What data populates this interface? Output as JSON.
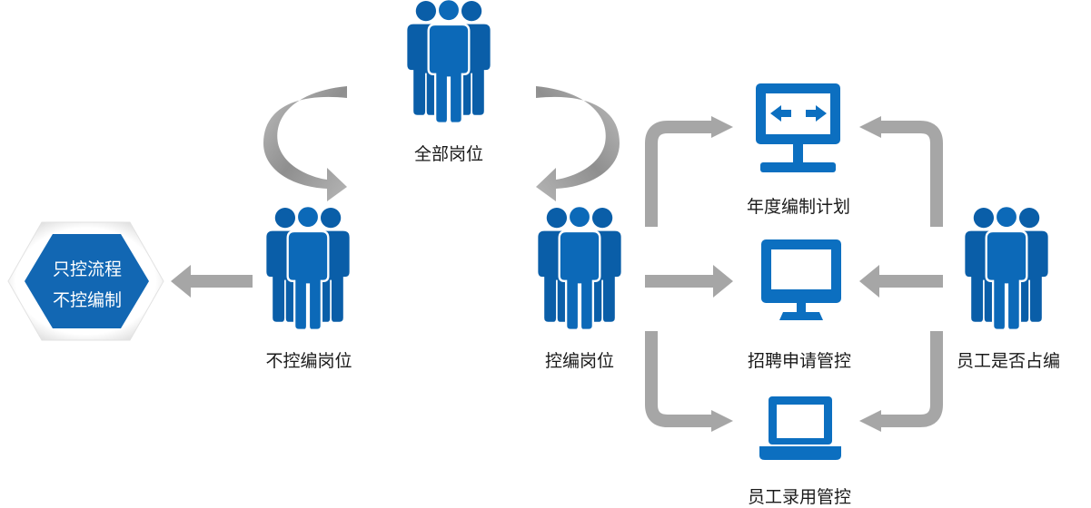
{
  "nodes": {
    "all_positions": "全部岗位",
    "uncontrolled_positions": "不控编岗位",
    "controlled_positions": "控编岗位",
    "employee_headcount": "员工是否占编"
  },
  "hexagon": {
    "line1": "只控流程",
    "line2": "不控编制"
  },
  "controls": {
    "annual_plan": "年度编制计划",
    "recruitment_control": "招聘申请管控",
    "hiring_control": "员工录用管控"
  },
  "colors": {
    "people_blue": "#0c69b8",
    "device_blue": "#0c6fc0",
    "arrow_gray": "#a6a6a6",
    "hexagon_blue": "#1267b3",
    "text": "#1a1a1a"
  },
  "icons": {
    "people": "people-group-icon",
    "desktop_arrows": "desktop-monitor-icon",
    "monitor": "monitor-icon",
    "laptop": "laptop-icon"
  }
}
